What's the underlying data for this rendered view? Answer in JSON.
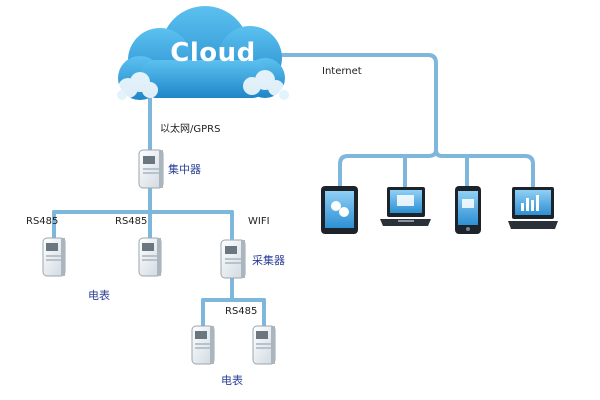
{
  "cloud": {
    "label": "Cloud"
  },
  "links": {
    "internet": "Internet",
    "uplink": "以太网/GPRS",
    "branch_left": "RS485",
    "branch_middle": "RS485",
    "branch_right": "WIFI",
    "sub_branch": "RS485"
  },
  "devices": {
    "concentrator": "集中器",
    "collector": "采集器",
    "meters_top": "电表",
    "meters_bottom": "电表"
  },
  "icons": [
    "cloud-icon",
    "tablet-icon",
    "laptop-icon",
    "phone-icon",
    "monitor-icon",
    "concentrator-icon",
    "collector-icon",
    "electric-meter-icon"
  ],
  "colors": {
    "line": "#7fb6dc",
    "cloud_dark": "#1f86c8",
    "cloud_light": "#5cc1f0",
    "device_screen": "#2d8fd3",
    "label_accent": "#2a3f97"
  }
}
